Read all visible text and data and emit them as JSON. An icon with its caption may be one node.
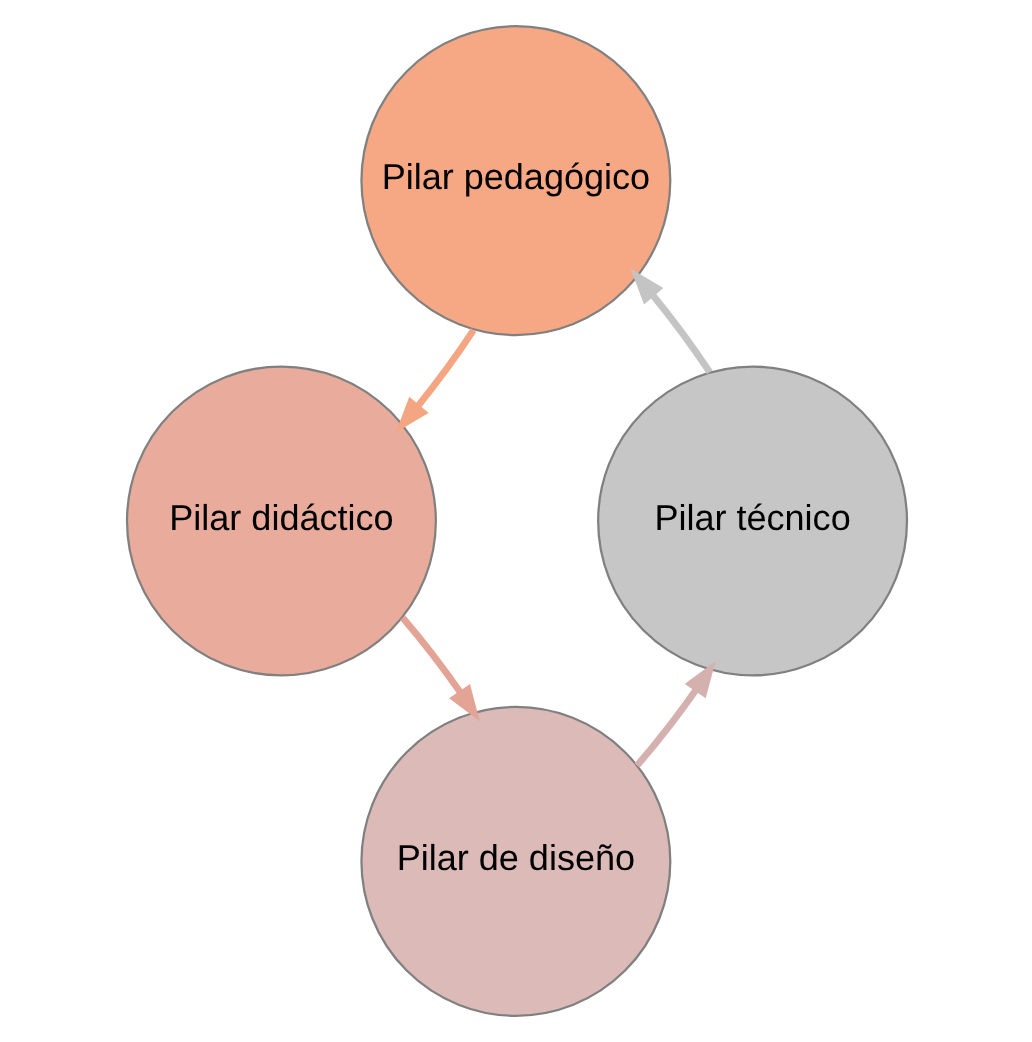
{
  "diagram": {
    "nodes": [
      {
        "text": [
          "Pilar pedagógico"
        ]
      },
      {
        "text": [
          "Pilar didáctico"
        ]
      },
      {
        "text": [
          "Pilar de diseño"
        ]
      },
      {
        "text": [
          "Pilar técnico"
        ]
      }
    ],
    "edges": [
      {
        "from": 0,
        "to": 1,
        "arrow": "to",
        "color": "#f4a582"
      },
      {
        "from": 1,
        "to": 2,
        "arrow": "to",
        "color": "#e3a496"
      },
      {
        "from": 2,
        "to": 3,
        "arrow": "to",
        "color": "#d4b0ae"
      },
      {
        "from": 3,
        "to": 0,
        "arrow": "to",
        "color": "#c4c4c4"
      }
    ]
  }
}
